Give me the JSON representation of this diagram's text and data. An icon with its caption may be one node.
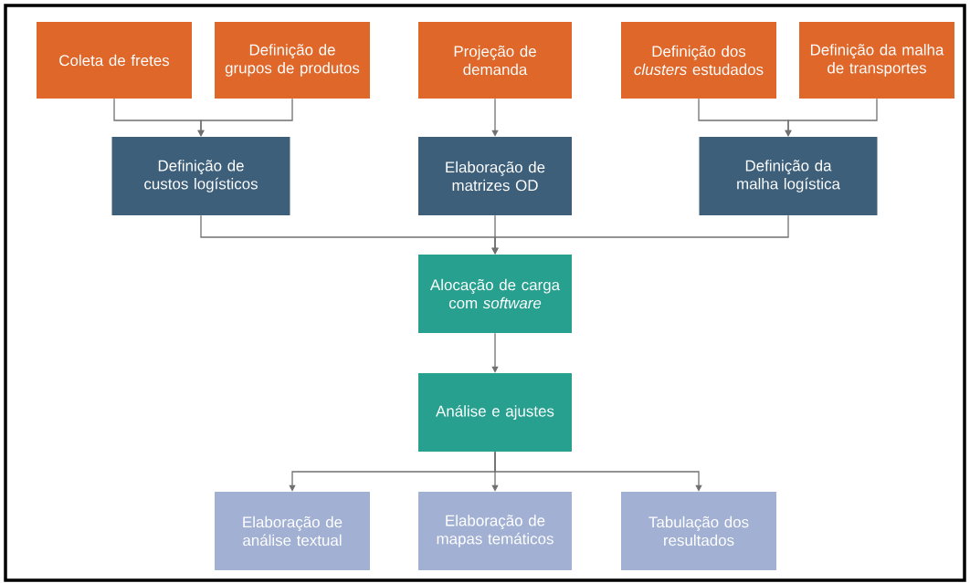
{
  "diagram": {
    "nodes": [
      {
        "text": [
          "Coleta de fretes"
        ]
      },
      {
        "text": [
          "Definição de grupos de produtos"
        ]
      },
      {
        "text": [
          "Projeção de demanda"
        ]
      },
      {
        "text": [
          "Definição dos *clusters* estudados"
        ]
      },
      {
        "text": [
          "Definição da malha de transportes"
        ]
      },
      {
        "text": [
          "Definição de custos logísticos"
        ]
      },
      {
        "text": [
          "Elaboração de matrizes OD"
        ]
      },
      {
        "text": [
          "Definição da malha logística"
        ]
      },
      {
        "text": [
          "Alocação de carga com *software*"
        ]
      },
      {
        "text": [
          "Análise e ajustes"
        ]
      },
      {
        "text": [
          "Elaboração de análise textual"
        ]
      },
      {
        "text": [
          "Elaboração de mapas temáticos"
        ]
      },
      {
        "text": [
          "Tabulação dos resultados"
        ]
      }
    ],
    "edges": [
      {
        "from": 0,
        "to": 5,
        "arrow": "to"
      },
      {
        "from": 1,
        "to": 5,
        "arrow": "to"
      },
      {
        "from": 2,
        "to": 6,
        "arrow": "to"
      },
      {
        "from": 3,
        "to": 7,
        "arrow": "to"
      },
      {
        "from": 4,
        "to": 7,
        "arrow": "to"
      },
      {
        "from": 5,
        "to": 8,
        "arrow": "to"
      },
      {
        "from": 6,
        "to": 8,
        "arrow": "to"
      },
      {
        "from": 7,
        "to": 8,
        "arrow": "to"
      },
      {
        "from": 8,
        "to": 9,
        "arrow": "to"
      },
      {
        "from": 9,
        "to": 10,
        "arrow": "to"
      },
      {
        "from": 9,
        "to": 11,
        "arrow": "to"
      },
      {
        "from": 9,
        "to": 12,
        "arrow": "to"
      }
    ]
  }
}
